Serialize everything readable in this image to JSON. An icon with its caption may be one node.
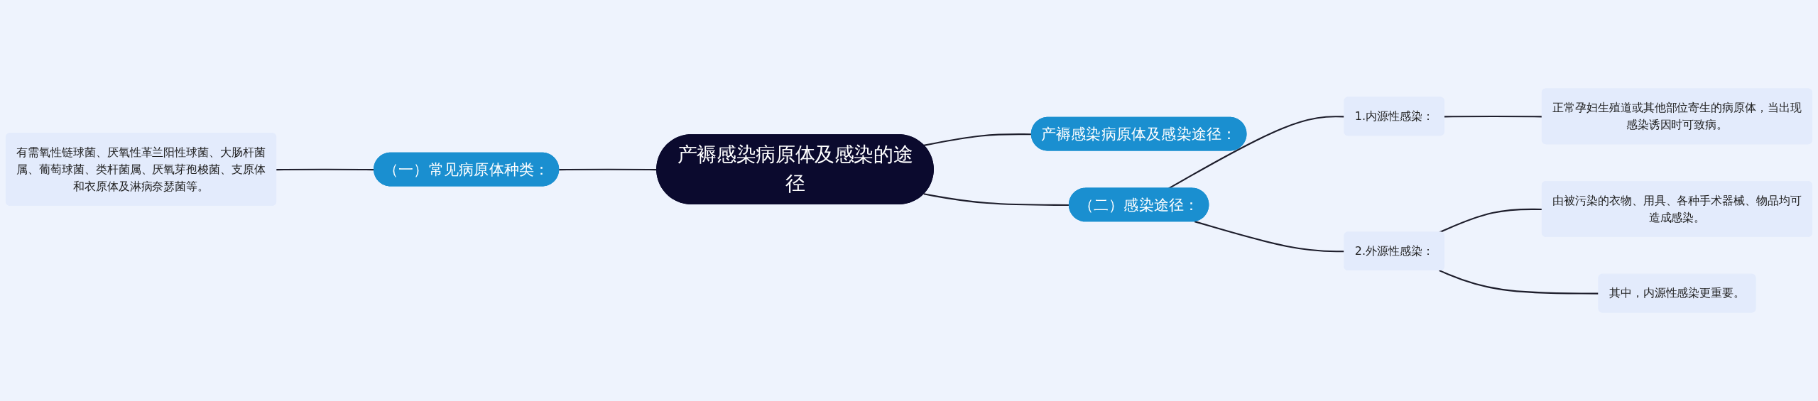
{
  "diagram": {
    "nodes": [
      {
        "text": [
          "产褥感染病原体及感染的途径"
        ]
      },
      {
        "text": [
          "产褥感染病原体及感染途径："
        ]
      },
      {
        "text": [
          "（一）常见病原体种类："
        ]
      },
      {
        "text": [
          "有需氧性链球菌、厌氧性革兰阳性球菌、大肠杆菌属、葡萄球菌、类杆菌属、厌氧芽孢梭菌、支原体和衣原体及淋病奈瑟菌等。"
        ]
      },
      {
        "text": [
          "（二）感染途径："
        ]
      },
      {
        "text": [
          "1.内源性感染："
        ]
      },
      {
        "text": [
          "正常孕妇生殖道或其他部位寄生的病原体，当出现感染诱因时可致病。"
        ]
      },
      {
        "text": [
          "2.外源性感染："
        ]
      },
      {
        "text": [
          "由被污染的衣物、用具、各种手术器械、物品均可造成感染。"
        ]
      },
      {
        "text": [
          "其中，内源性感染更重要。"
        ]
      }
    ],
    "edges": [
      {
        "from": 3,
        "to": 2,
        "arrow": "none"
      },
      {
        "from": 2,
        "to": 0,
        "arrow": "none"
      },
      {
        "from": 0,
        "to": 4,
        "arrow": "none"
      },
      {
        "from": 4,
        "to": 5,
        "arrow": "none"
      },
      {
        "from": 5,
        "to": 6,
        "arrow": "none"
      },
      {
        "from": 4,
        "to": 7,
        "arrow": "none"
      },
      {
        "from": 7,
        "to": 8,
        "arrow": "none"
      },
      {
        "from": 7,
        "to": 9,
        "arrow": "none"
      },
      {
        "from": 0,
        "to": 1,
        "arrow": "none"
      }
    ]
  }
}
